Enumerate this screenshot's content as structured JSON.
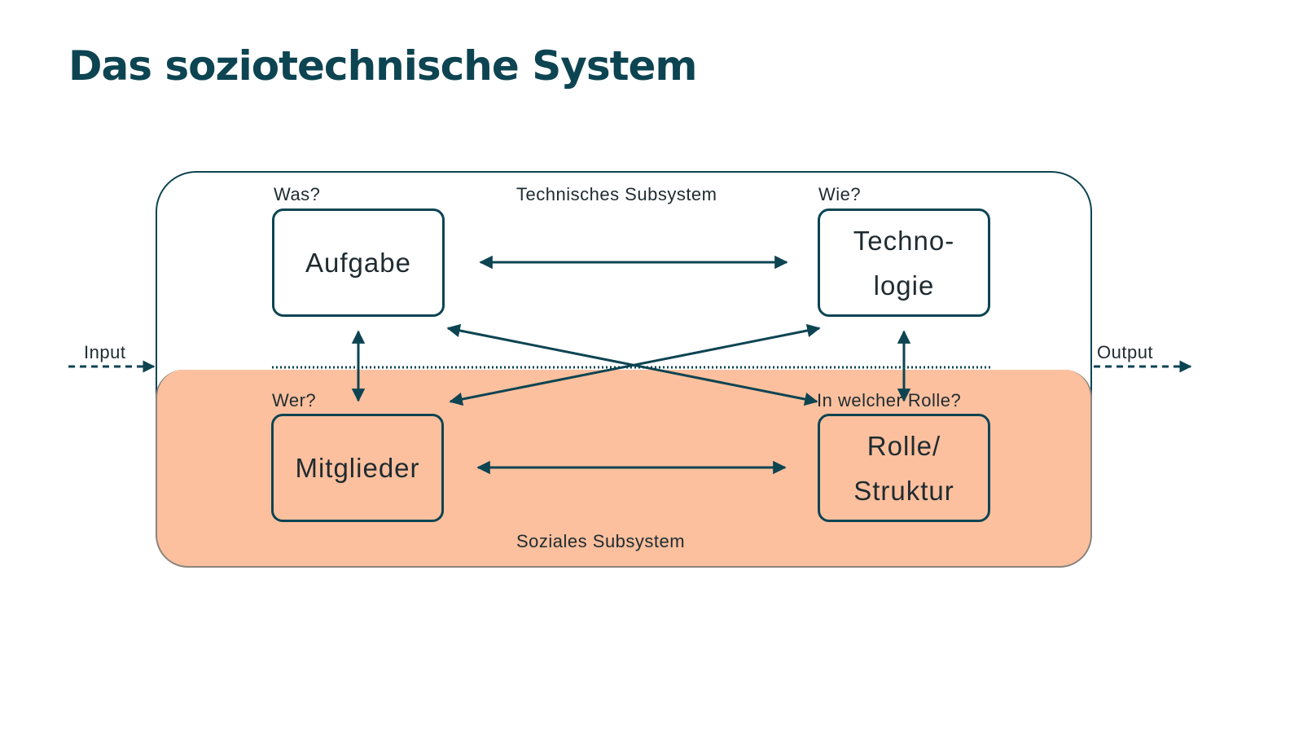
{
  "title": "Das soziotechnische System",
  "diagram": {
    "technical_label": "Technisches Subsystem",
    "social_label": "Soziales Subsystem",
    "input_label": "Input",
    "output_label": "Output",
    "boxes": {
      "aufgabe": {
        "question": "Was?",
        "label": "Aufgabe"
      },
      "technologie": {
        "question": "Wie?",
        "label": "Techno-\nlogie"
      },
      "mitglieder": {
        "question": "Wer?",
        "label": "Mitglieder"
      },
      "rolle": {
        "question": "In welcher Rolle?",
        "label": "Rolle/\nStruktur"
      }
    },
    "colors": {
      "primary": "#0d4452",
      "social_fill": "#fcc09e",
      "text": "#1f2b30"
    }
  }
}
